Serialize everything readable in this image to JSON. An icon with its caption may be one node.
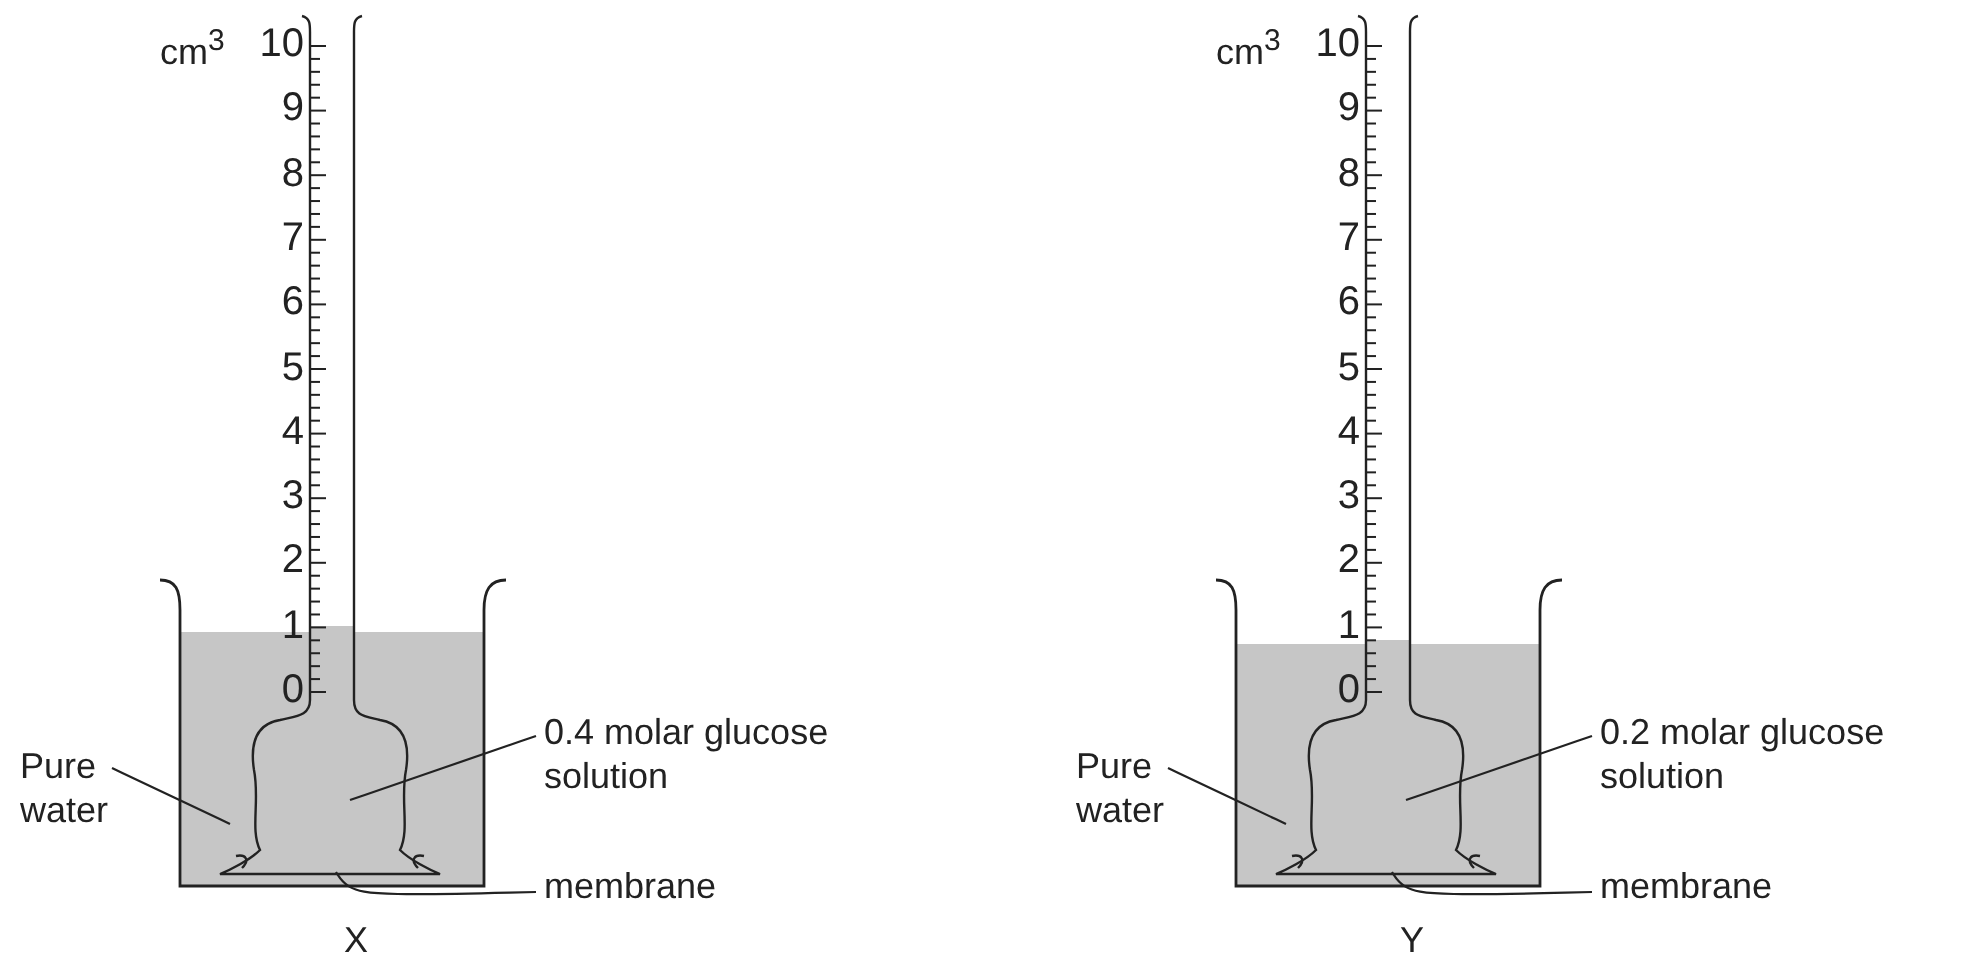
{
  "diagram": {
    "nodes": [
      {
        "text": [
          "Pure water"
        ]
      },
      {
        "text": [
          "0.4 molar glucose solution"
        ]
      },
      {
        "text": [
          "membrane"
        ]
      },
      {
        "text": [
          "Pure water"
        ]
      },
      {
        "text": [
          "0.2 molar glucose solution"
        ]
      },
      {
        "text": [
          "membrane"
        ]
      }
    ],
    "edges": [
      {
        "from": 0,
        "to": null,
        "arrow": "none"
      },
      {
        "from": 1,
        "to": null,
        "arrow": "none"
      },
      {
        "from": 2,
        "to": null,
        "arrow": "none"
      },
      {
        "from": 3,
        "to": null,
        "arrow": "none"
      },
      {
        "from": 4,
        "to": null,
        "arrow": "none"
      },
      {
        "from": 5,
        "to": null,
        "arrow": "none"
      }
    ],
    "labels": [
      "cm$^{3}$",
      "10",
      "9",
      "8",
      "7",
      "6",
      "5",
      "4",
      "3",
      "2",
      "1",
      "0",
      "X",
      "cm$^{3}$",
      "10",
      "9",
      "8",
      "7",
      "6",
      "5",
      "4",
      "3",
      "2",
      "1",
      "0",
      "Y"
    ]
  }
}
